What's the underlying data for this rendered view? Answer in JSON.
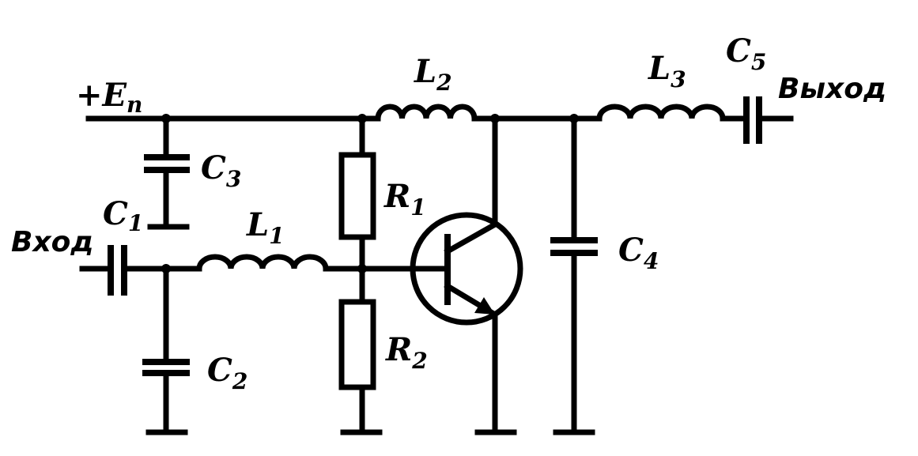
{
  "labels": {
    "supply": {
      "main": "+E",
      "sub": "п"
    },
    "input": "Вход",
    "output": "Выход",
    "C1": {
      "main": "C",
      "sub": "1"
    },
    "C2": {
      "main": "C",
      "sub": "2"
    },
    "C3": {
      "main": "C",
      "sub": "3"
    },
    "C4": {
      "main": "C",
      "sub": "4"
    },
    "C5": {
      "main": "C",
      "sub": "5"
    },
    "L1": {
      "main": "L",
      "sub": "1"
    },
    "L2": {
      "main": "L",
      "sub": "2"
    },
    "L3": {
      "main": "L",
      "sub": "3"
    },
    "R1": {
      "main": "R",
      "sub": "1"
    },
    "R2": {
      "main": "R",
      "sub": "2"
    }
  }
}
